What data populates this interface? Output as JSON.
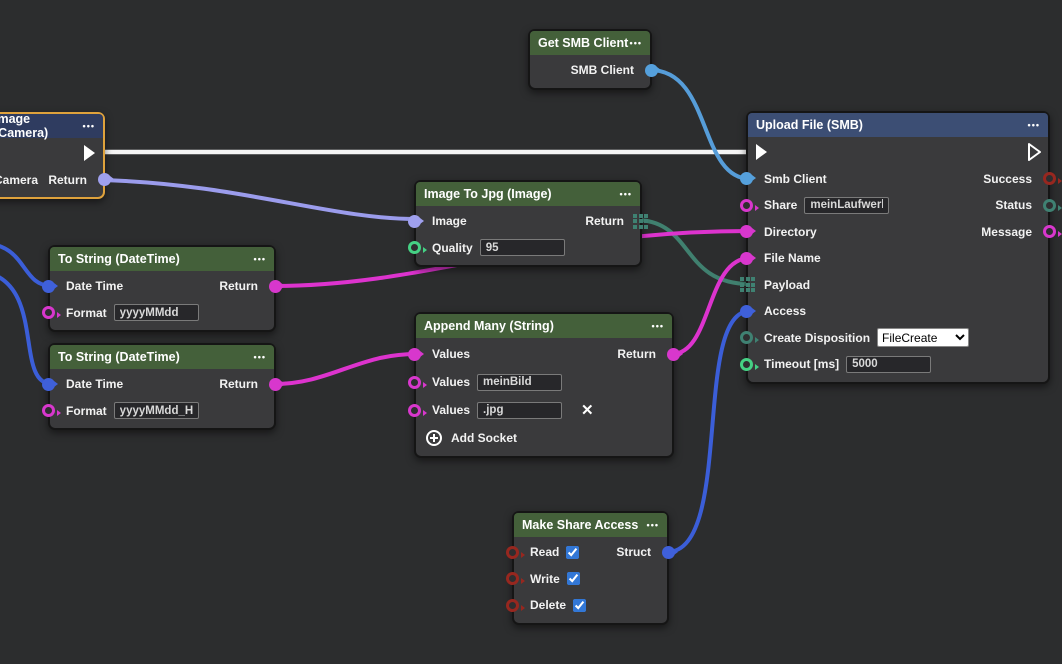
{
  "icons": {
    "menu": "•••",
    "close": "✕",
    "add_socket_plus": "circled-plus"
  },
  "palette": {
    "background": "#2c2d2e",
    "node_body": "#3a3a3c",
    "header_green": "#44603a",
    "header_blue": "#3c4e74",
    "header_navy": "#2f3c60",
    "selected_border": "#dfa23c",
    "wire_exec_white": "#f5f5f5",
    "wire_smb_lightblue": "#569dd9",
    "wire_datetime_blue": "#3b5ed8",
    "wire_image_lavender": "#9b9cec",
    "wire_string_magenta": "#dd33ce",
    "wire_struct_teal": "#40806f",
    "port_number_green": "#45d184",
    "port_bool_red": "#97271f",
    "checkbox_accent": "#3277d6"
  },
  "nodes": {
    "get_smb_client": {
      "title": "Get SMB Client",
      "output_smb_client": "SMB Client"
    },
    "image_camera": {
      "title": "Image (Camera)",
      "input_camera": "Camera",
      "output_return": "Return"
    },
    "image_to_jpg": {
      "title": "Image To Jpg (Image)",
      "input_image": "Image",
      "output_return": "Return",
      "input_quality": "Quality",
      "quality_value": "95"
    },
    "to_string_1": {
      "title": "To String (DateTime)",
      "input_datetime": "Date Time",
      "output_return": "Return",
      "input_format": "Format",
      "format_value": "yyyyMMdd"
    },
    "to_string_2": {
      "title": "To String (DateTime)",
      "input_datetime": "Date Time",
      "output_return": "Return",
      "input_format": "Format",
      "format_value": "yyyyMMdd_HH"
    },
    "append_many": {
      "title": "Append Many (String)",
      "input_values1": "Values",
      "output_return": "Return",
      "input_values2": "Values",
      "values2_value": "meinBild",
      "input_values3": "Values",
      "values3_value": ".jpg",
      "add_socket_label": "Add Socket"
    },
    "make_share_access": {
      "title": "Make Share Access",
      "input_read": "Read",
      "read_checked": true,
      "output_struct": "Struct",
      "input_write": "Write",
      "write_checked": true,
      "input_delete": "Delete",
      "delete_checked": true
    },
    "upload_file": {
      "title": "Upload File (SMB)",
      "input_smb_client": "Smb Client",
      "output_success": "Success",
      "input_share": "Share",
      "share_value": "meinLaufwerk",
      "output_status": "Status",
      "input_directory": "Directory",
      "output_message": "Message",
      "input_file_name": "File Name",
      "input_payload": "Payload",
      "input_access": "Access",
      "input_create_disposition": "Create Disposition",
      "create_disposition_value": "FileCreate",
      "input_timeout": "Timeout [ms]",
      "timeout_value": "5000"
    }
  }
}
